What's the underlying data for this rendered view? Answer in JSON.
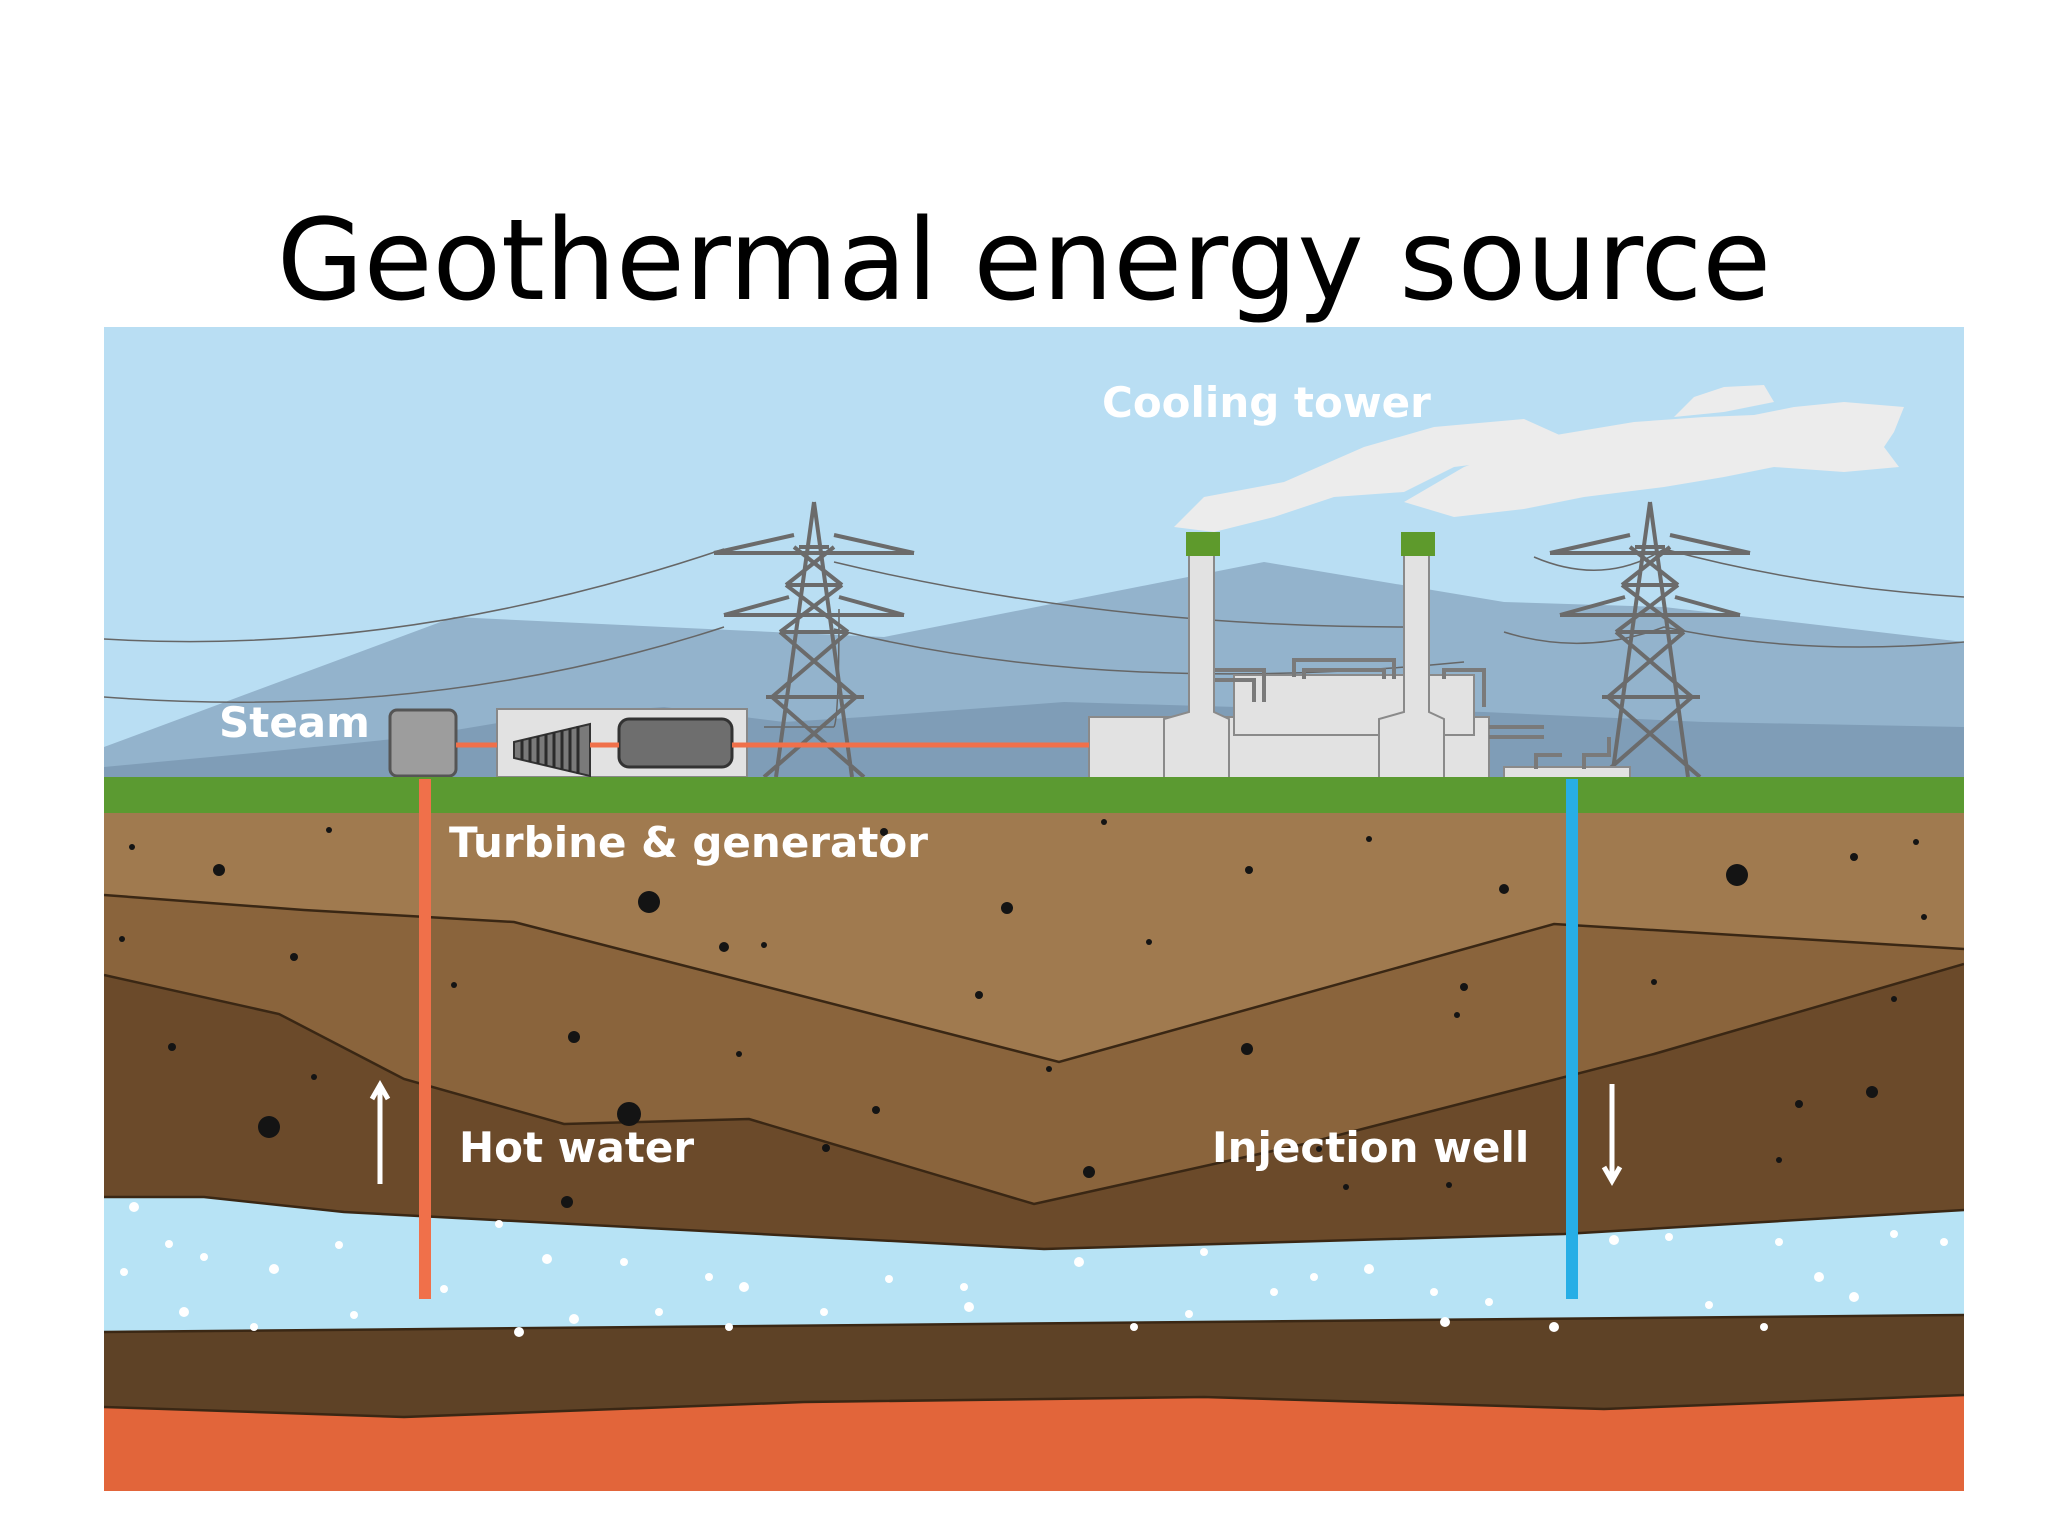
{
  "slide": {
    "title": "Geothermal energy source"
  },
  "diagram": {
    "labels": {
      "cooling_tower": "Cooling tower",
      "steam": "Steam",
      "turbine_generator": "Turbine & generator",
      "hot_water": "Hot water",
      "injection_well": "Injection well"
    },
    "colors": {
      "sky": "#b9def3",
      "mountain_far": "#93b3cc",
      "mountain_near": "#7f9db7",
      "grass": "#5b9a31",
      "soil_light": "#a07a4f",
      "soil_mid": "#8a643c",
      "soil_dark": "#6b4a2a",
      "aquifer": "#b7e3f5",
      "rock_dark": "#5e4226",
      "magma": "#e2653a",
      "hot_pipe": "#f0704a",
      "cold_pipe": "#27aee6",
      "plant": "#e2e2e2",
      "chimney_cap": "#5e9a2c",
      "pylon": "#6b6b6b"
    }
  }
}
